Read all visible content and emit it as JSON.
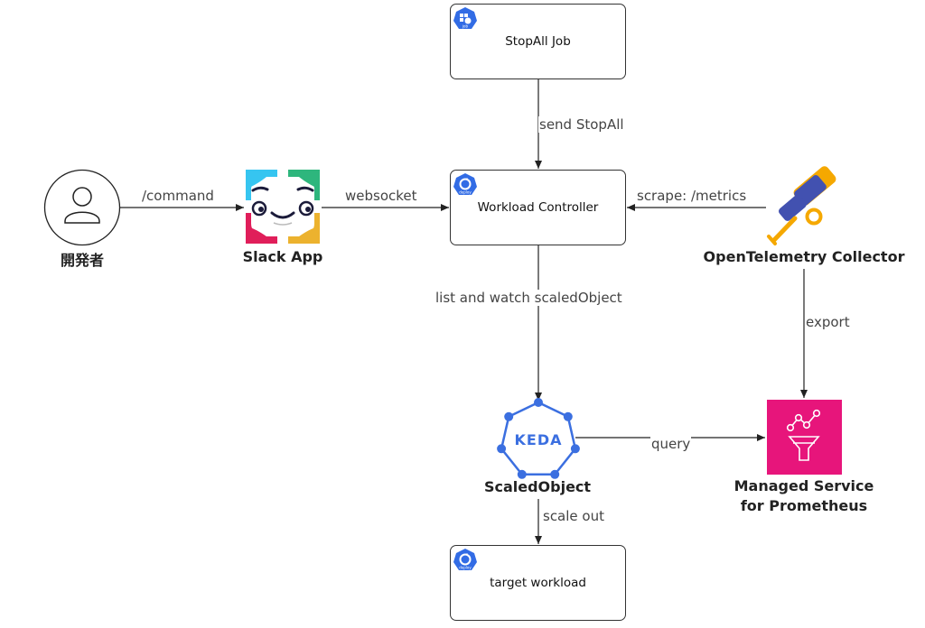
{
  "nodes": {
    "developer": {
      "label": "開発者",
      "icon": "person-icon"
    },
    "slack_app": {
      "label": "Slack App",
      "icon": "slack-app-logo"
    },
    "stopall_job": {
      "label": "StopAll Job",
      "icon": "k8s-job-icon",
      "badge": "job"
    },
    "workload_controller": {
      "label": "Workload Controller",
      "icon": "k8s-deploy-icon",
      "badge": "deploy"
    },
    "otel_collector": {
      "label": "OpenTelemetry Collector",
      "icon": "opentelemetry-telescope-icon"
    },
    "scaled_object": {
      "label": "ScaledObject",
      "icon": "keda-icon",
      "logo_text": "KEDA"
    },
    "prometheus": {
      "label_line1": "Managed Service",
      "label_line2": "for Prometheus",
      "icon": "prometheus-service-icon"
    },
    "target_workload": {
      "label": "target workload",
      "icon": "k8s-deploy-icon",
      "badge": "deploy"
    }
  },
  "edges": {
    "command": "/command",
    "websocket": "websocket",
    "send_stopall": "send StopAll",
    "scrape": "scrape: /metrics",
    "list_watch": "list and watch scaledObject",
    "export": "export",
    "query": "query",
    "scale_out": "scale out"
  },
  "colors": {
    "k8s_blue": "#326CE5",
    "keda_blue": "#3B6FE0",
    "prometheus_pink": "#E7157B",
    "otel_blue": "#4251B0",
    "otel_orange": "#F5A800",
    "slack_red": "#E01E5A",
    "slack_green": "#2EB67D",
    "slack_yellow": "#ECB22E",
    "slack_blue": "#36C5F0"
  }
}
